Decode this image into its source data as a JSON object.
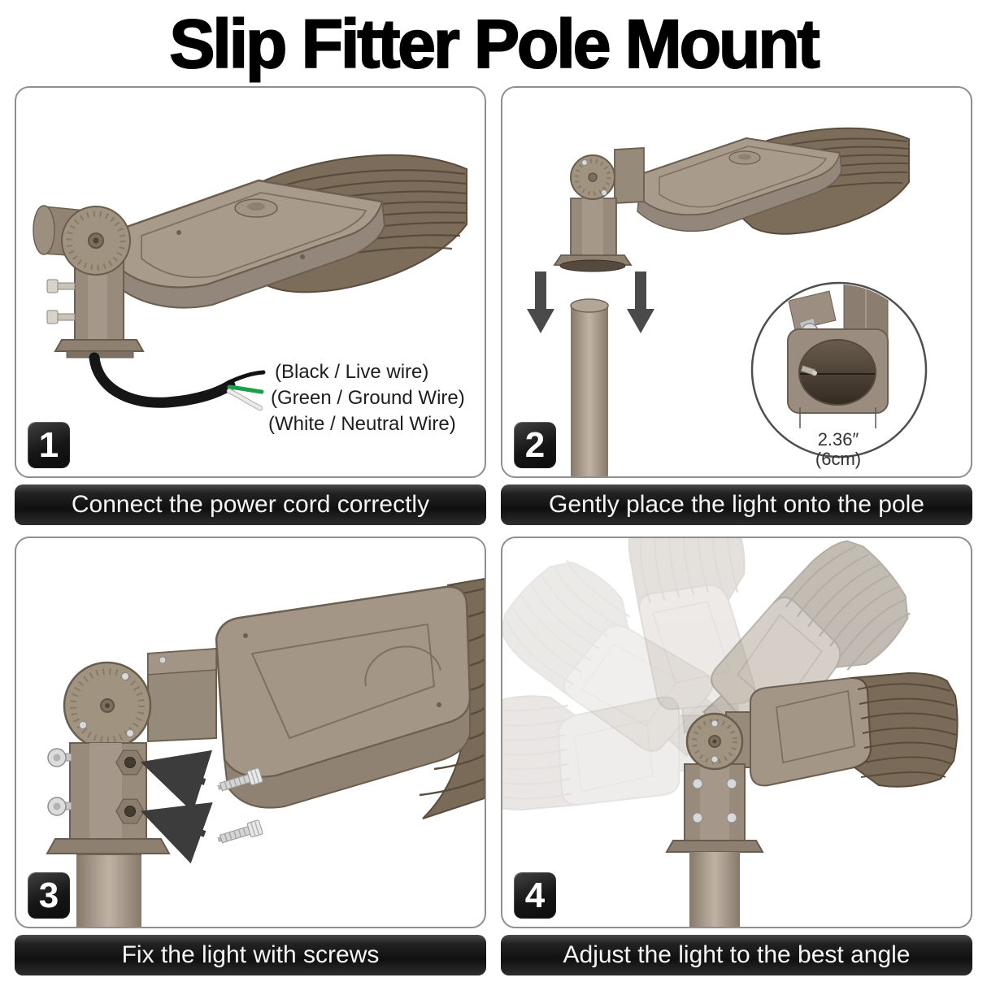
{
  "title": "Slip Fitter Pole Mount",
  "steps": [
    {
      "number": "1",
      "caption": "Connect the power cord correctly"
    },
    {
      "number": "2",
      "caption": "Gently place the light onto the pole"
    },
    {
      "number": "3",
      "caption": "Fix the light with screws"
    },
    {
      "number": "4",
      "caption": "Adjust the light to the best angle"
    }
  ],
  "panel1": {
    "wire_labels": [
      "(Black / Live wire)",
      "(Green / Ground Wire)",
      "(White / Neutral Wire)"
    ]
  },
  "panel2": {
    "fitter_size_in": "2.36″",
    "fitter_size_cm": "(6cm)"
  },
  "colors": {
    "caption_bg": "#141414",
    "caption_text": "#ffffff",
    "badge_bg": "#1a1a1a",
    "fixture_body": "#a39687",
    "fixture_fins": "#7a6a58",
    "pole": "#a89b8c",
    "wire_black": "#111111",
    "wire_green": "#1d9e48",
    "wire_white": "#e8e8e8",
    "arrow": "#4a4a4a"
  }
}
